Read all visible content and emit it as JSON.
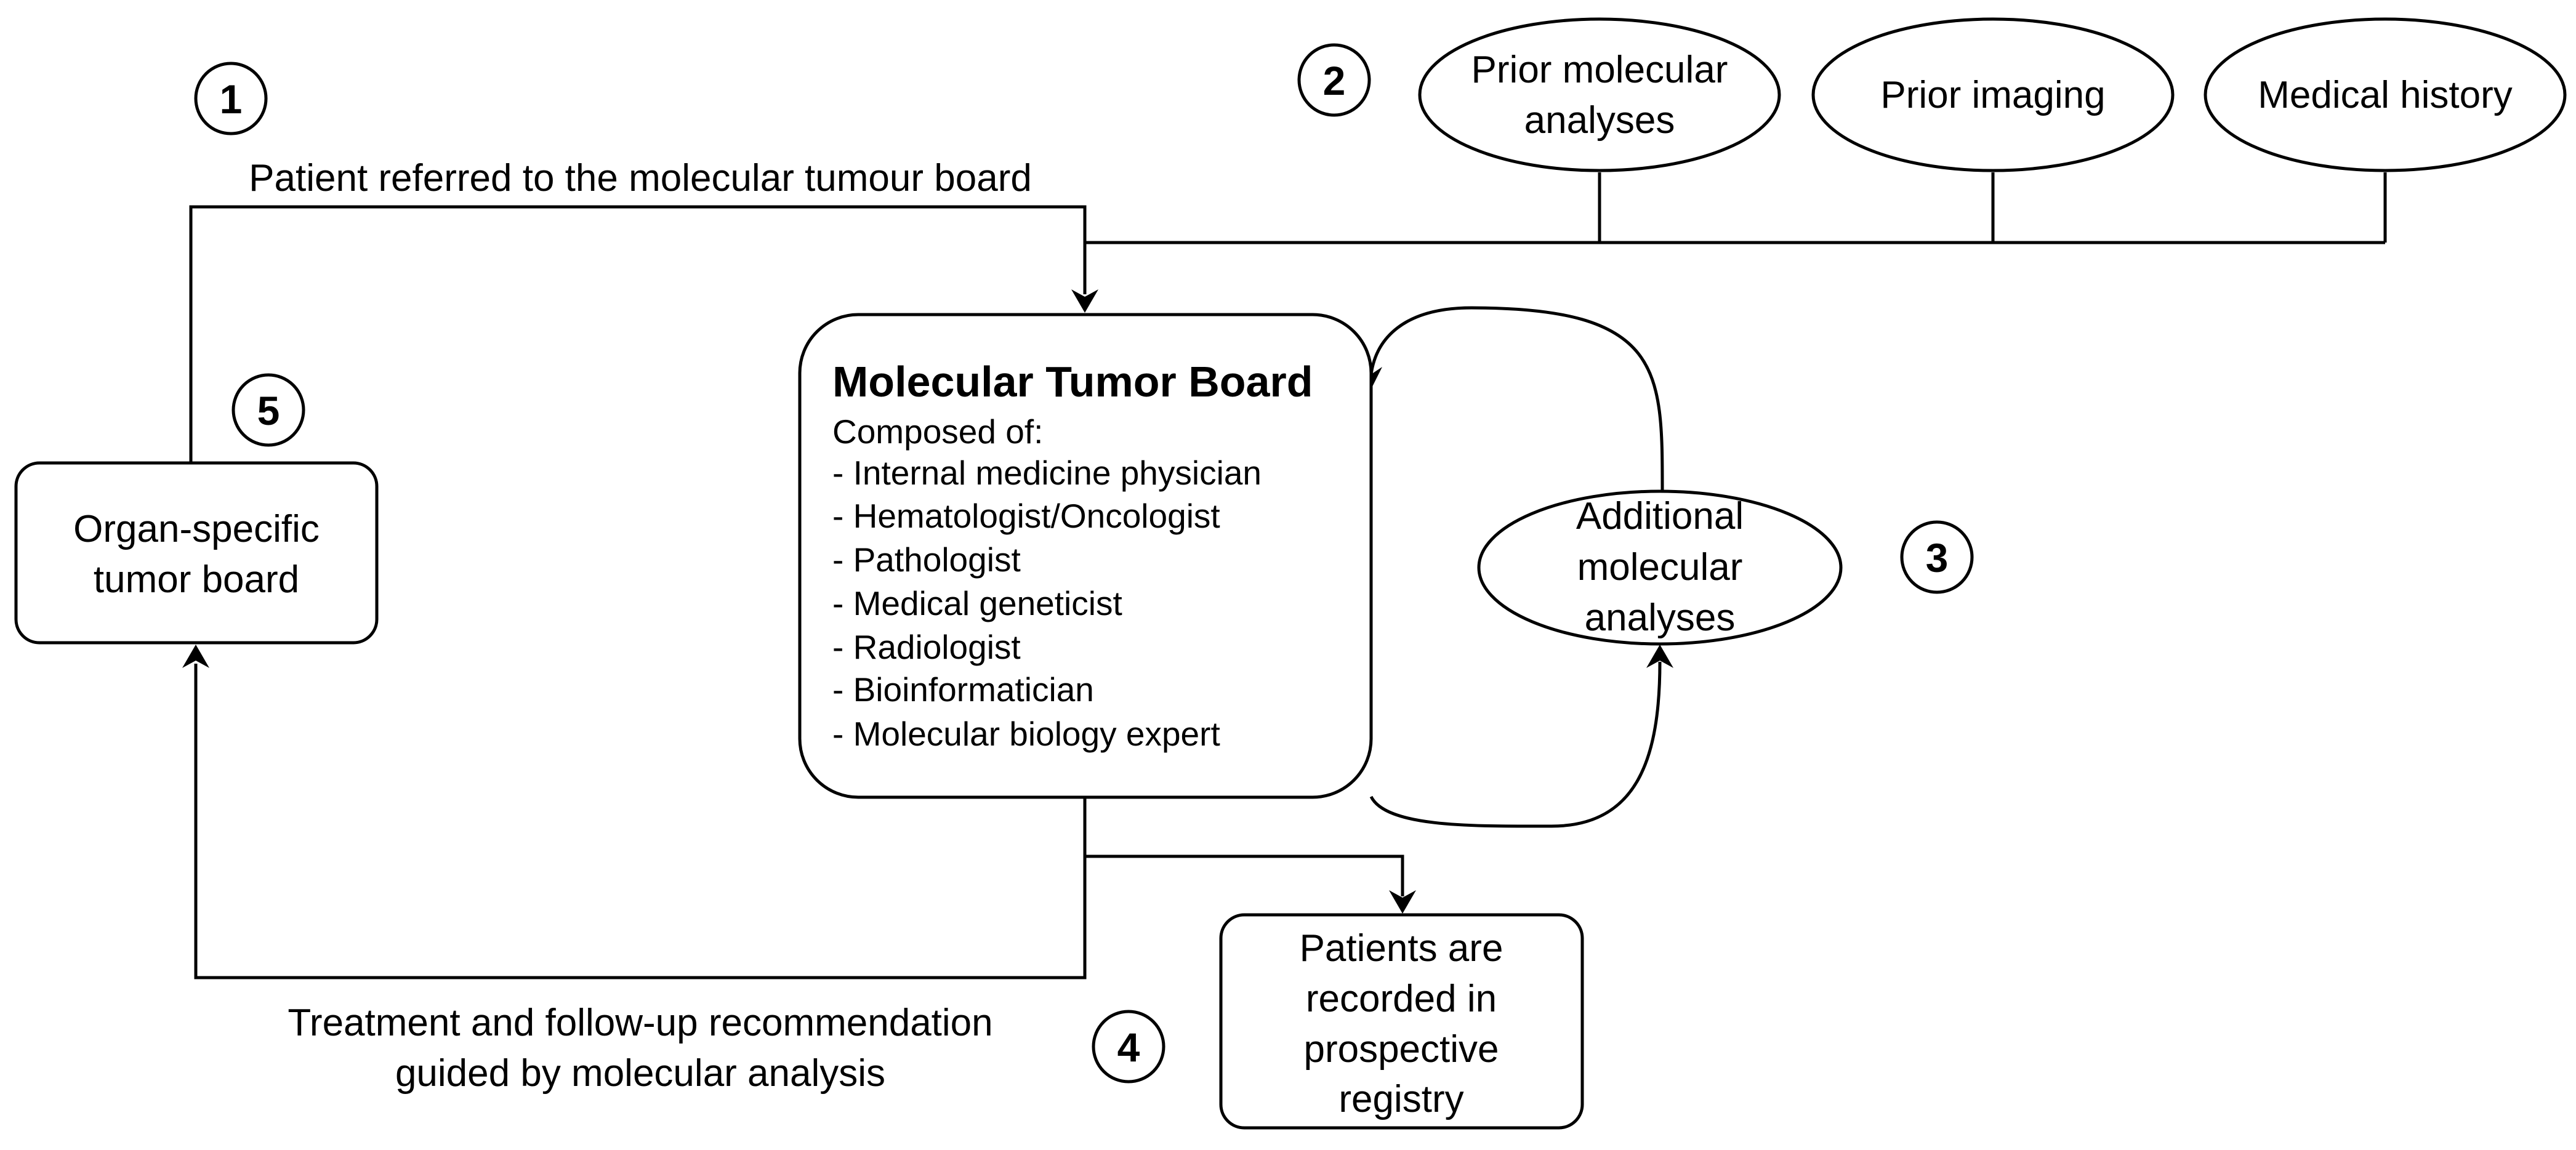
{
  "step_numbers": [
    "1",
    "2",
    "3",
    "4",
    "5"
  ],
  "referral_label": "Patient referred to the molecular tumour board",
  "inputs": {
    "prior_molecular": [
      "Prior molecular",
      "analyses"
    ],
    "prior_imaging": "Prior imaging",
    "medical_history": "Medical history"
  },
  "mtb": {
    "title": "Molecular Tumor Board",
    "composed_of": "Composed of:",
    "members": [
      "- Internal medicine physician",
      "- Hematologist/Oncologist",
      "- Pathologist",
      "- Medical geneticist",
      "- Radiologist",
      "- Bioinformatician",
      "- Molecular biology expert"
    ]
  },
  "organ_board": [
    "Organ-specific",
    "tumor board"
  ],
  "additional_analyses": [
    "Additional",
    "molecular",
    "analyses"
  ],
  "registry": [
    "Patients are",
    "recorded in",
    "prospective",
    "registry"
  ],
  "recommendation": [
    "Treatment and follow-up recommendation",
    "guided by molecular analysis"
  ]
}
